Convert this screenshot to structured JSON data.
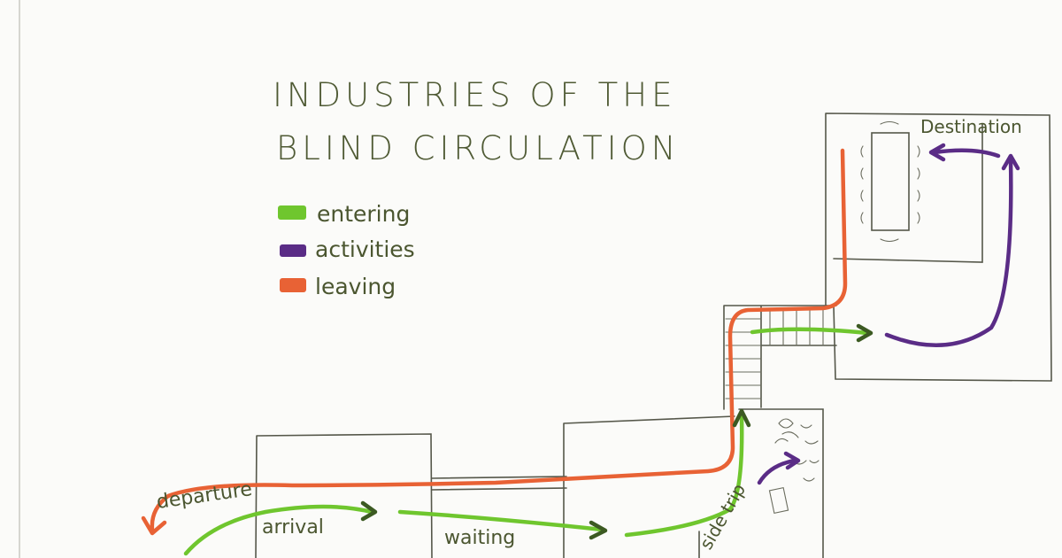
{
  "title": {
    "line1": "INDUSTRIES OF THE",
    "line2": "BLIND CIRCULATION"
  },
  "legend": [
    {
      "label": "entering",
      "color": "#6fc62e"
    },
    {
      "label": "activities",
      "color": "#5a2c86"
    },
    {
      "label": "leaving",
      "color": "#e86235"
    }
  ],
  "labels": {
    "destination": "Destination",
    "departure": "departure",
    "arrival": "arrival",
    "waiting": "waiting",
    "side_trip": "side trip"
  },
  "colors": {
    "entering": "#6fc62e",
    "activities": "#5a2c86",
    "leaving": "#e86235",
    "line_dark": "#3c5a22",
    "pencil": "#55574a"
  }
}
